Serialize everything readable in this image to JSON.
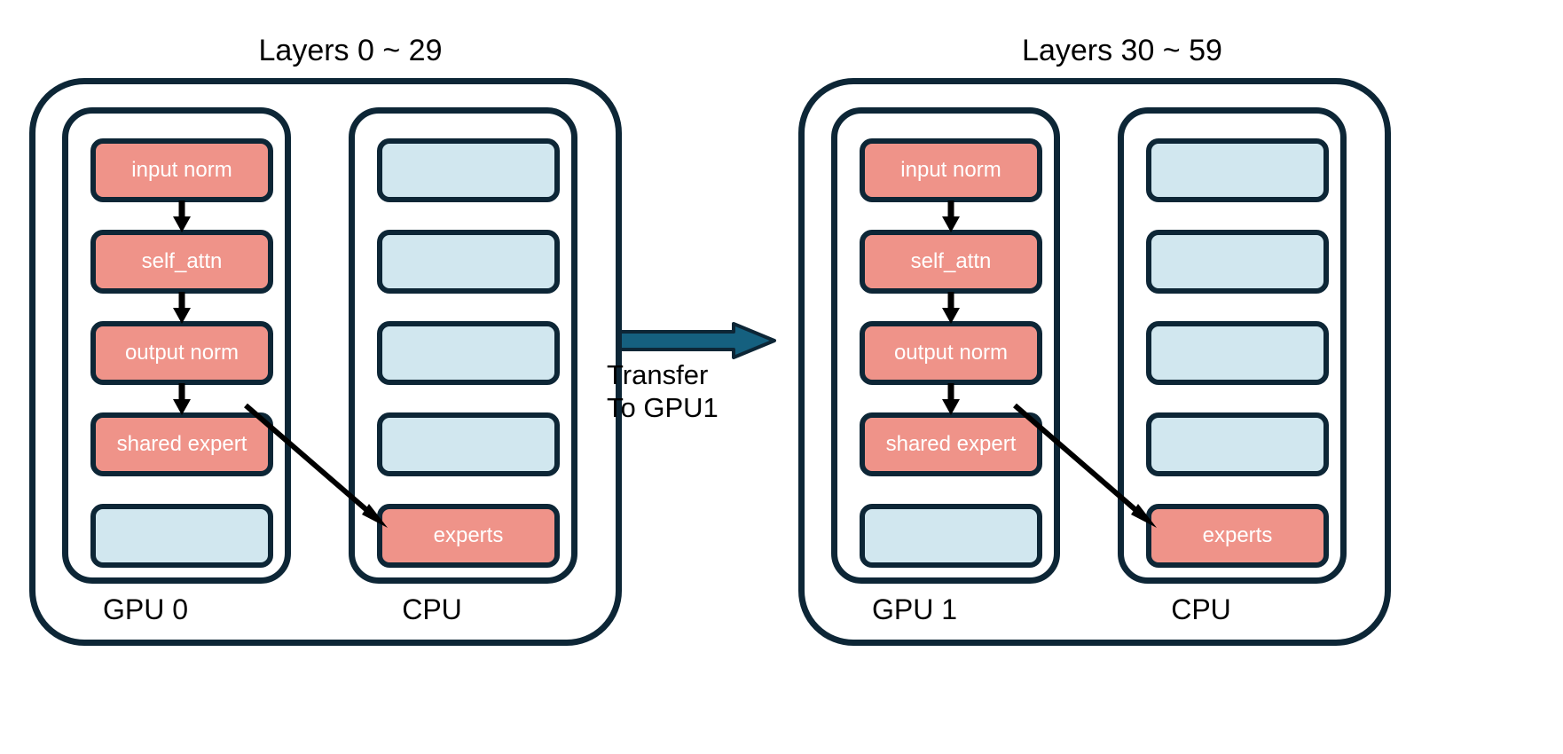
{
  "diagram": {
    "title_left": "Layers 0 ~ 29",
    "title_right": "Layers 30 ~ 59",
    "transfer": {
      "line1": "Transfer",
      "line2": "To GPU1",
      "arrow_color": "#15607f",
      "arrow_border": "#0d2636"
    },
    "colors": {
      "salmon": "#ef9389",
      "light_blue": "#d1e7ef",
      "outline": "#0d2636",
      "arrow_black": "#000000",
      "background": "#ffffff",
      "box_text": "#ffffff"
    },
    "panels": [
      {
        "id": "left",
        "title": "Layers 0 ~ 29",
        "gpu": {
          "device_label": "GPU 0",
          "units": [
            {
              "label": "input norm",
              "fill": "salmon"
            },
            {
              "label": "self_attn",
              "fill": "salmon"
            },
            {
              "label": "output norm",
              "fill": "salmon"
            },
            {
              "label": "shared expert",
              "fill": "salmon"
            },
            {
              "label": "",
              "fill": "blue"
            }
          ]
        },
        "cpu": {
          "device_label": "CPU",
          "units": [
            {
              "label": "",
              "fill": "blue"
            },
            {
              "label": "",
              "fill": "blue"
            },
            {
              "label": "",
              "fill": "blue"
            },
            {
              "label": "",
              "fill": "blue"
            },
            {
              "label": "experts",
              "fill": "salmon"
            }
          ]
        }
      },
      {
        "id": "right",
        "title": "Layers 30 ~ 59",
        "gpu": {
          "device_label": "GPU 1",
          "units": [
            {
              "label": "input norm",
              "fill": "salmon"
            },
            {
              "label": "self_attn",
              "fill": "salmon"
            },
            {
              "label": "output norm",
              "fill": "salmon"
            },
            {
              "label": "shared expert",
              "fill": "salmon"
            },
            {
              "label": "",
              "fill": "blue"
            }
          ]
        },
        "cpu": {
          "device_label": "CPU",
          "units": [
            {
              "label": "",
              "fill": "blue"
            },
            {
              "label": "",
              "fill": "blue"
            },
            {
              "label": "",
              "fill": "blue"
            },
            {
              "label": "",
              "fill": "blue"
            },
            {
              "label": "experts",
              "fill": "salmon"
            }
          ]
        }
      }
    ]
  }
}
